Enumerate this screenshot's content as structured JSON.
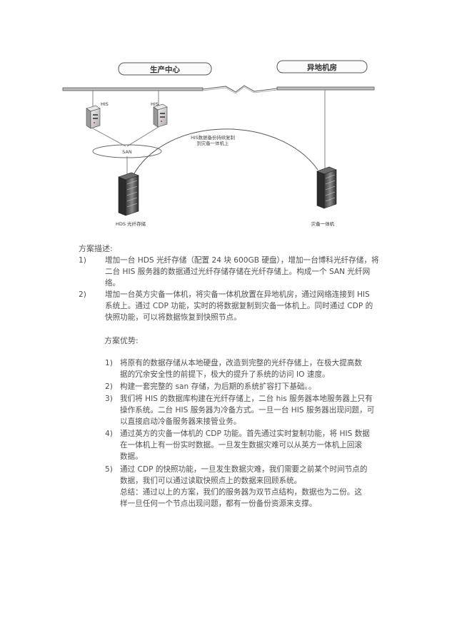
{
  "diagram": {
    "site_left_label": "生产中心",
    "site_right_label": "异地机房",
    "server_label_1": "HIS",
    "server_label_2": "HIS",
    "san_label": "SAN",
    "replication_label_line1": "HIS数据备份持续复制",
    "replication_label_line2": "到灾备一体机上",
    "storage_label": "HDS 光纤存储",
    "dr_appliance_label": "灾备一体机"
  },
  "plan": {
    "heading": "方案描述:",
    "items": [
      {
        "number": "1)",
        "lines": [
          "增加一台 HDS 光纤存储（配置 24 块 600GB 硬盘），增加一台博科光纤存储，将",
          "二台 HIS 服务器的数据通过光纤存储存储在光纤存储上。构成一个 SAN 光纤网",
          "络。"
        ]
      },
      {
        "number": "2)",
        "lines": [
          "增加一台英方灾备一体机，将灾备一体机放置在异地机房，通过网络连接到 HIS",
          "系统上。通过 CDP 功能，实时的将数据复制到灾备一体机上。同时通过 CDP 的",
          "快照功能，可以将数据恢复到快照节点。"
        ]
      }
    ]
  },
  "advantages": {
    "heading": "方案优势:",
    "items": [
      {
        "number": "1)",
        "lines": [
          "将原有的数据存储从本地硬盘，改造到完整的光纤存储上，在极大提高数",
          "据的冗余安全性的前提下，极大的提升了系统的访问 IO 速度。"
        ]
      },
      {
        "number": "2)",
        "lines": [
          "构建一套完整的 san 存储，为后期的系统扩容打下基础。。"
        ]
      },
      {
        "number": "3)",
        "lines": [
          "我们将 HIS 的数据库构建在光纤存储上，二台 his 服务器本地服务器上只有",
          "操作系统。二台 HIS 服务器为冷备方式。一旦一台 HIS 服务器出现问题，可",
          "以直接启动冷备服务器来接管业务。"
        ]
      },
      {
        "number": "4)",
        "lines": [
          "通过英方的灾备一体机的 CDP 功能。首先通过实时复制功能，将 HIS 数据",
          "在一体机上有一份实时数据。一旦发生数据灾难可以从英方一体机上回滚",
          "数据。"
        ]
      },
      {
        "number": "5)",
        "lines": [
          "通过 CDP 的快照功能，一旦发生数据灾难，我们需要之前某个时间节点的",
          "数据，我们可以通过读取快照点上的数据来回顾系统。",
          "总结：通过以上的方案，我们的服务器为双节点结构，数据也为二份。这",
          "样一旦任何一个节点出现问题，都有一份备份资源来支撑。"
        ]
      }
    ]
  }
}
